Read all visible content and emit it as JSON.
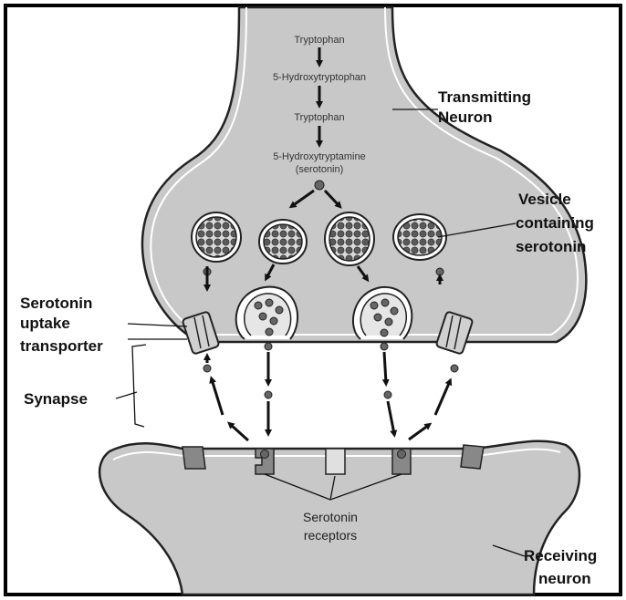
{
  "pathway": {
    "step1": "Tryptophan",
    "step2": "5-Hydroxytryptophan",
    "step3": "Tryptophan",
    "step4": "5-Hydroxytryptamine",
    "step4b": "(serotonin)"
  },
  "labels": {
    "transmitting_line1": "Transmitting",
    "transmitting_line2": "Neuron",
    "vesicle_line1": "Vesicle",
    "vesicle_line2": "containing",
    "vesicle_line3": "serotonin",
    "uptake_line1": "Serotonin",
    "uptake_line2": "uptake",
    "uptake_line3": "transporter",
    "synapse": "Synapse",
    "receptors_line1": "Serotonin",
    "receptors_line2": "receptors",
    "receiving_line1": "Receiving",
    "receiving_line2": "neuron"
  },
  "colors": {
    "neuron_fill": "#c8c8c8",
    "outline": "#222222",
    "vesicle_fill": "#e8e8e8",
    "molecule": "#555555",
    "frame": "#000000"
  }
}
